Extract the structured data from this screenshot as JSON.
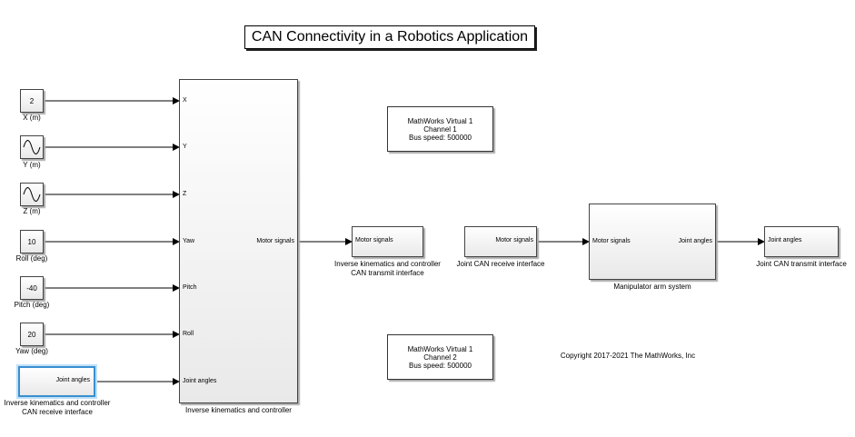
{
  "title": "CAN Connectivity in a Robotics Application",
  "inputs": [
    {
      "value": "2",
      "caption": "X (m)",
      "type": "constant"
    },
    {
      "value": "",
      "caption": "Y (m)",
      "type": "sine",
      "icon": "sine-wave-icon"
    },
    {
      "value": "",
      "caption": "Z (m)",
      "type": "sine",
      "icon": "sine-wave-icon"
    },
    {
      "value": "10",
      "caption": "Roll (deg)",
      "type": "constant"
    },
    {
      "value": "-40",
      "caption": "Pitch (deg)",
      "type": "constant"
    },
    {
      "value": "20",
      "caption": "Yaw (deg)",
      "type": "constant"
    }
  ],
  "can_receive_left": {
    "port": "Joint angles",
    "caption_line1": "Inverse kinematics and controller",
    "caption_line2": "CAN receive interface"
  },
  "ik_controller": {
    "caption": "Inverse kinematics and controller",
    "in_ports": [
      "X",
      "Y",
      "Z",
      "Yaw",
      "Pitch",
      "Roll",
      "Joint angles"
    ],
    "out_port": "Motor signals"
  },
  "can_transmit_ik": {
    "port": "Motor signals",
    "caption_line1": "Inverse kinematics and controller",
    "caption_line2": "CAN transmit interface"
  },
  "joint_can_receive": {
    "port": "Motor signals",
    "caption": "Joint CAN receive interface"
  },
  "manipulator": {
    "in_port": "Motor signals",
    "out_port": "Joint angles",
    "caption": "Manipulator arm system"
  },
  "joint_can_transmit": {
    "port": "Joint angles",
    "caption": "Joint CAN transmit interface"
  },
  "channel1": {
    "line1": "MathWorks Virtual 1",
    "line2": "Channel 1",
    "line3": "Bus speed: 500000"
  },
  "channel2": {
    "line1": "MathWorks Virtual 1",
    "line2": "Channel 2",
    "line3": "Bus speed: 500000"
  },
  "copyright": "Copyright 2017-2021 The MathWorks, Inc",
  "colors": {
    "selection": "#3a8fd0",
    "wire": "#000000"
  }
}
